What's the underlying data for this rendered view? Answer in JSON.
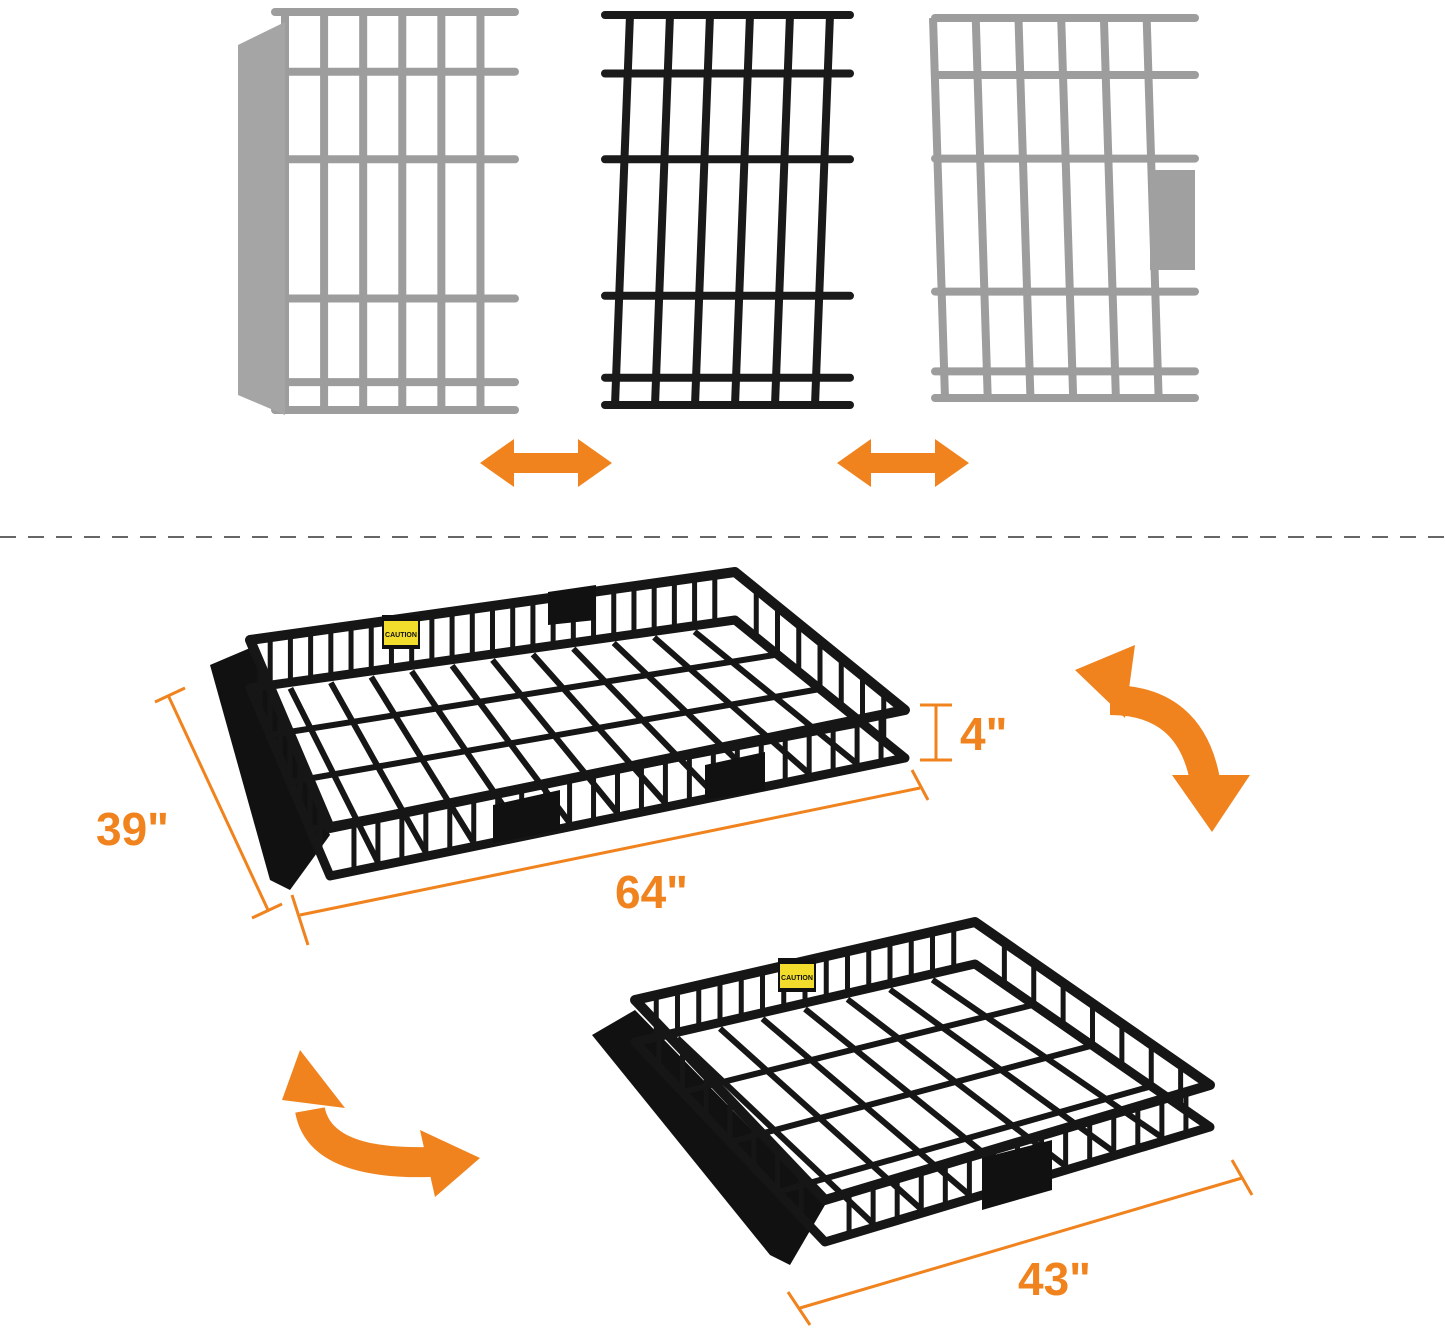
{
  "colors": {
    "accent": "#f0831e",
    "frame_black": "#1a1a1a",
    "frame_gray": "#9a9a9a",
    "sticker": "#f2dd2c"
  },
  "top_section": {
    "parts": [
      "left-end-section",
      "middle-extension-section",
      "right-end-section"
    ],
    "arrows": [
      "double-arrow-horizontal-icon",
      "double-arrow-horizontal-icon"
    ]
  },
  "large_basket": {
    "width_label": "39\"",
    "length_label": "64\"",
    "height_label": "4\"",
    "sticker_text": "CAUTION"
  },
  "small_basket": {
    "length_label": "43\"",
    "sticker_text": "CAUTION"
  },
  "icons": [
    "curved-double-arrow-icon",
    "curved-double-arrow-icon"
  ]
}
